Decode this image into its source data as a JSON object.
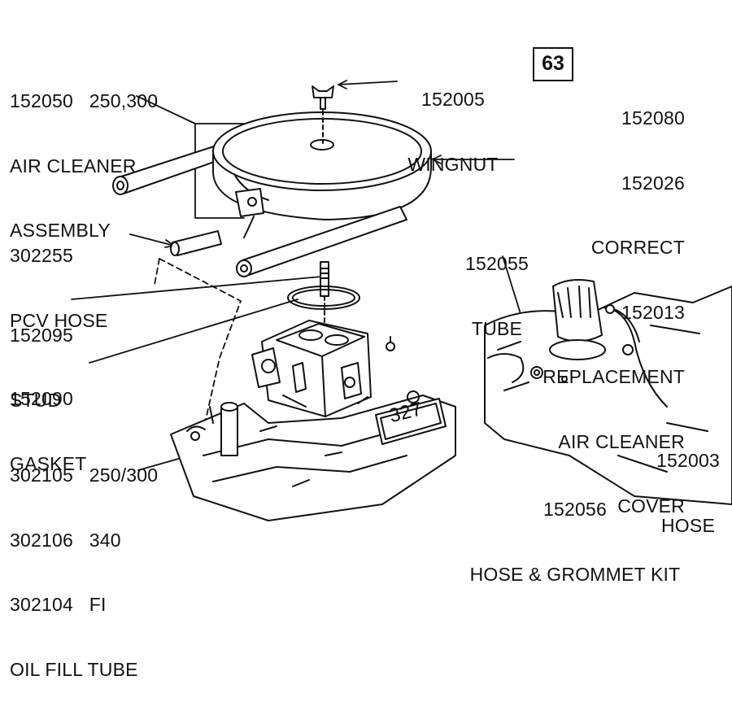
{
  "page_number": "63",
  "labels": {
    "air_cleaner": [
      "152050   250,300",
      "AIR CLEANER",
      "ASSEMBLY"
    ],
    "wingnut": [
      "152005",
      "WINGNUT"
    ],
    "cover": [
      "152080",
      "152026",
      "CORRECT",
      "152013",
      "REPLACEMENT",
      "AIR CLEANER",
      "COVER"
    ],
    "pcv_hose": [
      "302255",
      "PCV HOSE"
    ],
    "tube": [
      "152055",
      "TUBE"
    ],
    "stud": [
      "152095",
      "STUD"
    ],
    "gasket": [
      "152090",
      "GASKET"
    ],
    "hose": [
      "152003",
      "HOSE"
    ],
    "oil_fill": [
      "302105   250/300",
      "302106   340",
      "302104   FI",
      "OIL FILL TUBE"
    ],
    "grommet_kit": [
      "152056",
      "HOSE & GROMMET KIT"
    ]
  },
  "engine_badge": "327",
  "colors": {
    "ink": "#111111",
    "paper": "#ffffff"
  }
}
